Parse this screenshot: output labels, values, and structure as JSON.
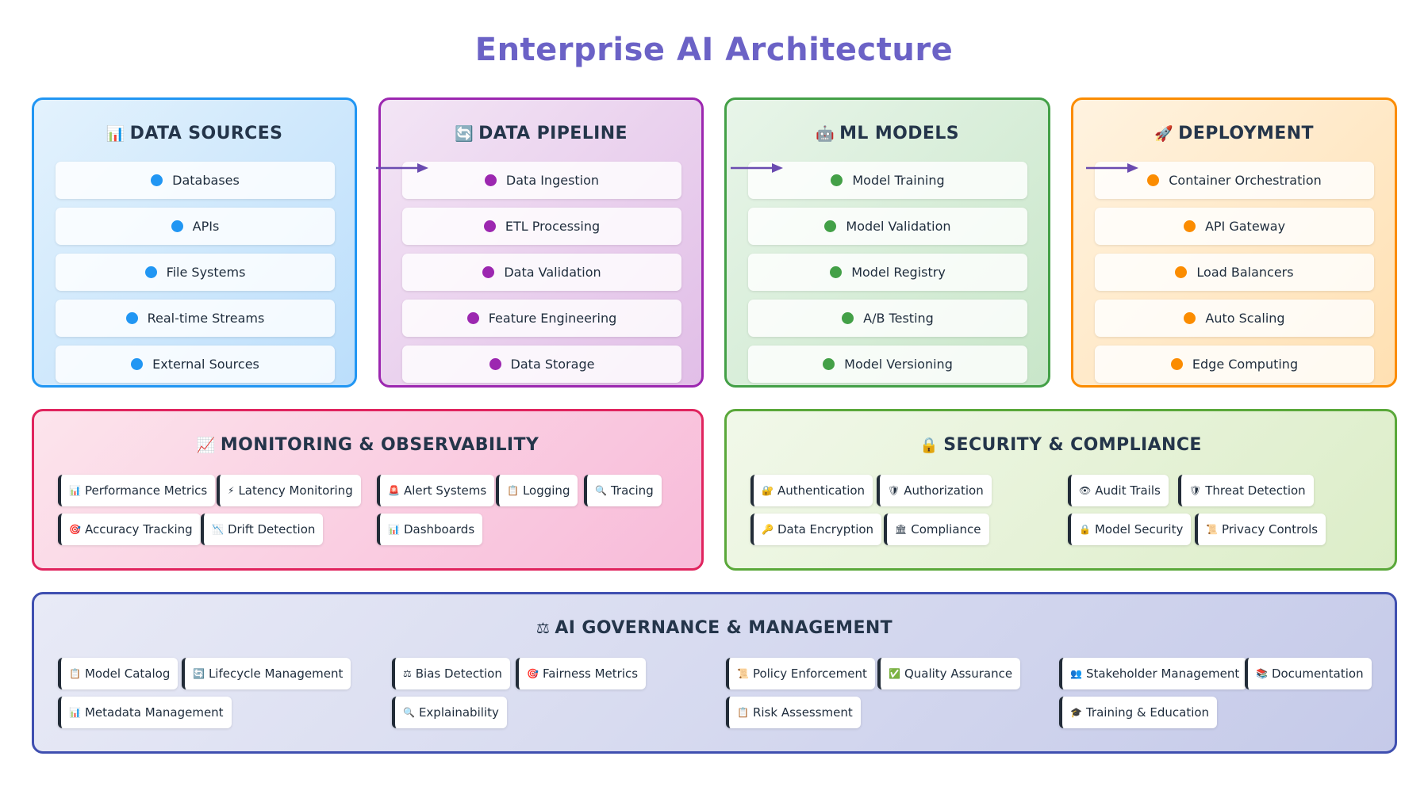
{
  "title": "Enterprise AI Architecture",
  "colors": {
    "title": "#6b62c6",
    "data_sources": "#2196f3",
    "data_pipeline": "#9c27b0",
    "ml_models": "#43a047",
    "deployment": "#fb8c00",
    "monitoring": "#e0245e",
    "security": "#5aa83a",
    "governance": "#3f4fb0",
    "arrow": "#6a4bb0"
  },
  "sections": {
    "data_sources": {
      "icon": "📊",
      "icon_name": "bar-chart-icon",
      "title": "DATA SOURCES",
      "items": [
        "Databases",
        "APIs",
        "File Systems",
        "Real-time Streams",
        "External Sources"
      ]
    },
    "data_pipeline": {
      "icon": "🔄",
      "icon_name": "refresh-icon",
      "title": "DATA PIPELINE",
      "items": [
        "Data Ingestion",
        "ETL Processing",
        "Data Validation",
        "Feature Engineering",
        "Data Storage"
      ]
    },
    "ml_models": {
      "icon": "🤖",
      "icon_name": "robot-icon",
      "title": "ML MODELS",
      "items": [
        "Model Training",
        "Model Validation",
        "Model Registry",
        "A/B Testing",
        "Model Versioning"
      ]
    },
    "deployment": {
      "icon": "🚀",
      "icon_name": "rocket-icon",
      "title": "DEPLOYMENT",
      "items": [
        "Container Orchestration",
        "API Gateway",
        "Load Balancers",
        "Auto Scaling",
        "Edge Computing"
      ]
    },
    "monitoring": {
      "icon": "📈",
      "icon_name": "trend-chart-icon",
      "title": "MONITORING & OBSERVABILITY",
      "chips": [
        {
          "icon": "📊",
          "label": "Performance Metrics"
        },
        {
          "icon": "⚡",
          "label": "Latency Monitoring"
        },
        {
          "icon": "🚨",
          "label": "Alert Systems"
        },
        {
          "icon": "📋",
          "label": "Logging"
        },
        {
          "icon": "🔍",
          "label": "Tracing"
        },
        {
          "icon": "🎯",
          "label": "Accuracy Tracking"
        },
        {
          "icon": "📉",
          "label": "Drift Detection"
        },
        {
          "icon": "📊",
          "label": "Dashboards"
        }
      ]
    },
    "security": {
      "icon": "🔒",
      "icon_name": "lock-icon",
      "title": "SECURITY & COMPLIANCE",
      "chips": [
        {
          "icon": "🔐",
          "label": "Authentication"
        },
        {
          "icon": "🛡",
          "label": "Authorization"
        },
        {
          "icon": "👁",
          "label": "Audit Trails"
        },
        {
          "icon": "🛡",
          "label": "Threat Detection"
        },
        {
          "icon": "🔑",
          "label": "Data Encryption"
        },
        {
          "icon": "🏛",
          "label": "Compliance"
        },
        {
          "icon": "🔒",
          "label": "Model Security"
        },
        {
          "icon": "📜",
          "label": "Privacy Controls"
        }
      ]
    },
    "governance": {
      "icon": "⚖",
      "icon_name": "scales-icon",
      "title": "AI GOVERNANCE & MANAGEMENT",
      "chips": [
        {
          "icon": "📋",
          "label": "Model Catalog"
        },
        {
          "icon": "🔄",
          "label": "Lifecycle Management"
        },
        {
          "icon": "📊",
          "label": "Metadata Management"
        },
        {
          "icon": "⚖",
          "label": "Bias Detection"
        },
        {
          "icon": "🎯",
          "label": "Fairness Metrics"
        },
        {
          "icon": "🔍",
          "label": "Explainability"
        },
        {
          "icon": "📜",
          "label": "Policy Enforcement"
        },
        {
          "icon": "✅",
          "label": "Quality Assurance"
        },
        {
          "icon": "📋",
          "label": "Risk Assessment"
        },
        {
          "icon": "👥",
          "label": "Stakeholder Management"
        },
        {
          "icon": "📚",
          "label": "Documentation"
        },
        {
          "icon": "🎓",
          "label": "Training & Education"
        }
      ]
    }
  }
}
